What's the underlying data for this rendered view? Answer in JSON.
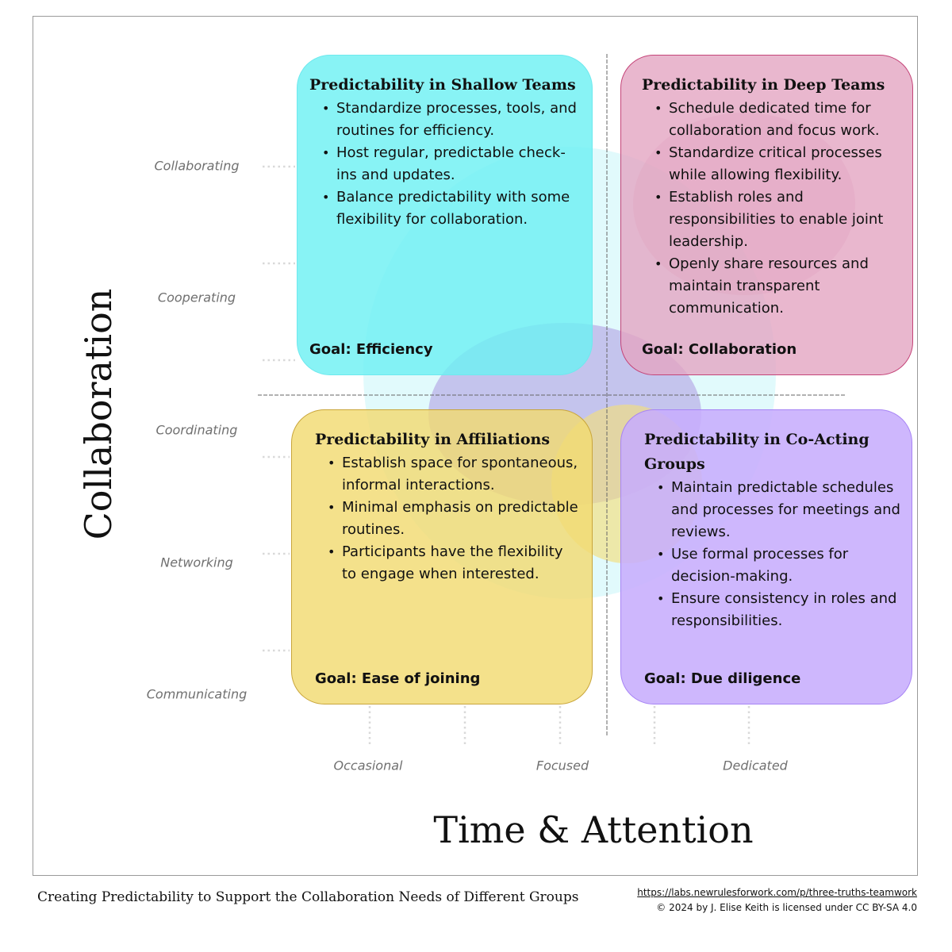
{
  "axes": {
    "y_title": "Collaboration",
    "x_title": "Time & Attention",
    "y_ticks": [
      "Collaborating",
      "Cooperating",
      "Coordinating",
      "Networking",
      "Communicating"
    ],
    "x_ticks": [
      "Occasional",
      "Focused",
      "Dedicated"
    ]
  },
  "quadrants": {
    "top_left": {
      "title": "Predictability in Shallow Teams",
      "bullets": [
        "Standardize processes, tools, and routines for efficiency.",
        "Host regular, predictable check-ins and updates.",
        "Balance predictability with some flexibility for collaboration."
      ],
      "goal": "Goal: Efficiency",
      "color": "#6ef0f3"
    },
    "top_right": {
      "title": "Predictability in Deep Teams",
      "bullets": [
        "Schedule dedicated time for collaboration and focus work.",
        "Standardize critical processes while allowing flexibility.",
        "Establish roles and responsibilities to enable joint leadership.",
        "Openly share resources and maintain transparent communication."
      ],
      "goal": "Goal: Collaboration",
      "color": "#e4a5c2"
    },
    "bottom_left": {
      "title": "Predictability in Affiliations",
      "bullets": [
        "Establish space for spontaneous, informal interactions.",
        "Minimal emphasis on predictable routines.",
        "Participants have the flexibility to engage when interested."
      ],
      "goal": "Goal: Ease of joining",
      "color": "#f1db72"
    },
    "bottom_right": {
      "title": "Predictability in Co-Acting Groups",
      "bullets": [
        "Maintain predictable schedules and processes for meetings and reviews.",
        "Use formal processes for decision-making.",
        "Ensure consistency in roles and responsibilities."
      ],
      "goal": "Goal: Due diligence",
      "color": "#c7adfd"
    }
  },
  "footer": {
    "caption": "Creating Predictability to Support the Collaboration Needs of Different Groups",
    "url": "https://labs.newrulesforwork.com/p/three-truths-teamwork",
    "license": "© 2024 by J. Elise Keith is licensed under CC BY-SA 4.0"
  }
}
